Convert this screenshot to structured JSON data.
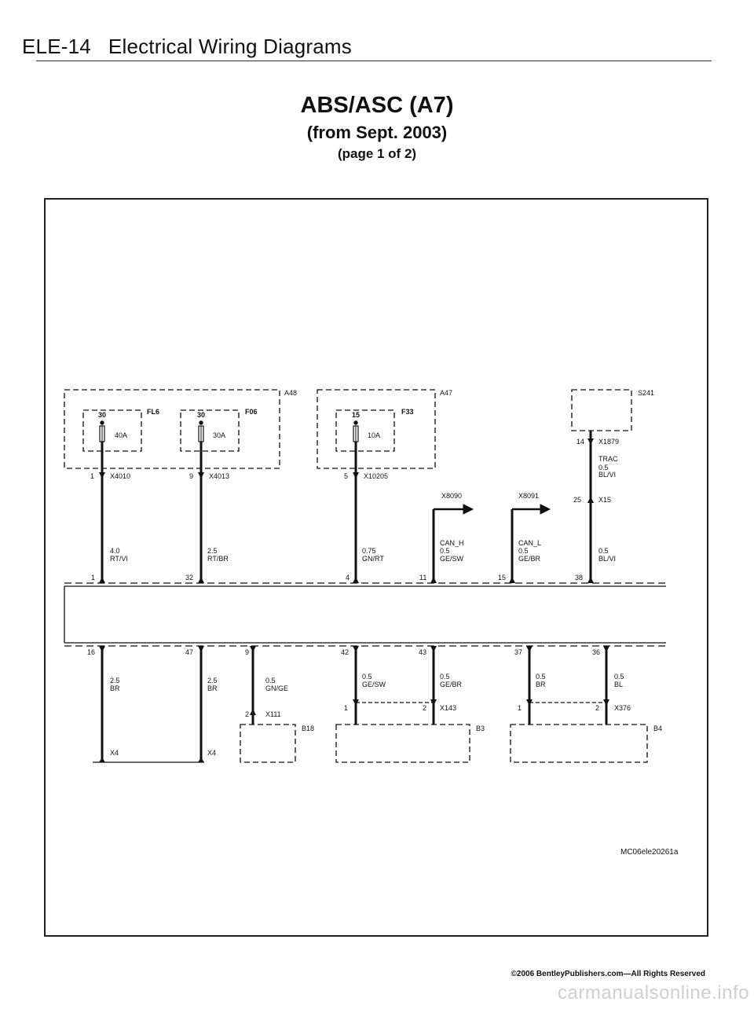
{
  "header": {
    "section": "ELE-14",
    "title": "Electrical Wiring Diagrams"
  },
  "titles": {
    "main": "ABS/ASC (A7)",
    "sub": "(from Sept. 2003)",
    "page": "(page 1 of 2)"
  },
  "components": {
    "a48": "A48",
    "a47": "A47",
    "s241": "S241",
    "b18": "B18",
    "b3": "B3",
    "b4": "B4"
  },
  "fuses": {
    "fl6": {
      "name": "FL6",
      "terminal": "30",
      "rating": "40A"
    },
    "f06": {
      "name": "F06",
      "terminal": "30",
      "rating": "30A"
    },
    "f33": {
      "name": "F33",
      "terminal": "15",
      "rating": "10A"
    }
  },
  "connectors": {
    "x4010": {
      "name": "X4010",
      "pin": "1"
    },
    "x4013": {
      "name": "X4013",
      "pin": "9"
    },
    "x10205": {
      "name": "X10205",
      "pin": "5"
    },
    "x1879": {
      "name": "X1879",
      "pin": "14"
    },
    "x15": {
      "name": "X15",
      "pin": "25"
    },
    "x8090": "X8090",
    "x8091": "X8091",
    "x111": {
      "name": "X111",
      "pin": "2"
    },
    "x143": {
      "name": "X143",
      "pin_left": "1",
      "pin_right": "2"
    },
    "x376": {
      "name": "X376",
      "pin_left": "1",
      "pin_right": "2"
    },
    "x4_left": "X4",
    "x4_right": "X4"
  },
  "wires_top": [
    {
      "gauge": "4.0",
      "color": "RT/VI",
      "module_pin": "1"
    },
    {
      "gauge": "2.5",
      "color": "RT/BR",
      "module_pin": "32"
    },
    {
      "gauge": "0.75",
      "color": "GN/RT",
      "module_pin": "4"
    },
    {
      "signal": "CAN_H",
      "gauge": "0.5",
      "color": "GE/SW",
      "module_pin": "11"
    },
    {
      "signal": "CAN_L",
      "gauge": "0.5",
      "color": "GE/BR",
      "module_pin": "15"
    },
    {
      "gauge": "0.5",
      "color": "BL/VI",
      "module_pin": "38"
    }
  ],
  "trac": {
    "label": "TRAC",
    "gauge": "0.5",
    "color": "BL/VI"
  },
  "wires_bottom": [
    {
      "module_pin": "16",
      "gauge": "2.5",
      "color": "BR"
    },
    {
      "module_pin": "47",
      "gauge": "2.5",
      "color": "BR"
    },
    {
      "module_pin": "9",
      "gauge": "0.5",
      "color": "GN/GE"
    },
    {
      "module_pin": "42",
      "gauge": "0.5",
      "color": "GE/SW"
    },
    {
      "module_pin": "43",
      "gauge": "0.5",
      "color": "GE/BR"
    },
    {
      "module_pin": "37",
      "gauge": "0.5",
      "color": "BR"
    },
    {
      "module_pin": "36",
      "gauge": "0.5",
      "color": "BL"
    }
  ],
  "figure_code": "MC06ele20261a",
  "footer": "©2006 BentleyPublishers.com—All Rights Reserved",
  "watermark": "carmanualsonline.info"
}
